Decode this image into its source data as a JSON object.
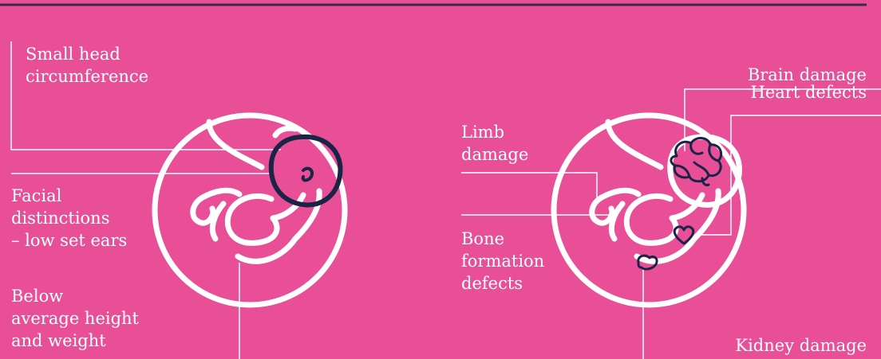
{
  "colors": {
    "background": "#E94F96",
    "line": "#FFFFFF",
    "highlight": "#1A2447",
    "top_rule": "#3A2A4A"
  },
  "left_diagram": {
    "labels": {
      "small_head": "Small head\ncircumference",
      "facial": "Facial\ndistinctions\n– low set ears",
      "height_weight": "Below\naverage height\nand weight"
    },
    "icon": "fetus-in-womb-icon"
  },
  "right_diagram": {
    "labels": {
      "brain": "Brain damage",
      "heart": "Heart defects",
      "limb": "Limb\ndamage",
      "bone": "Bone\nformation\ndefects",
      "kidney": "Kidney damage"
    },
    "icons": [
      "fetus-in-womb-icon",
      "brain-icon",
      "heart-icon",
      "kidney-icon"
    ]
  }
}
